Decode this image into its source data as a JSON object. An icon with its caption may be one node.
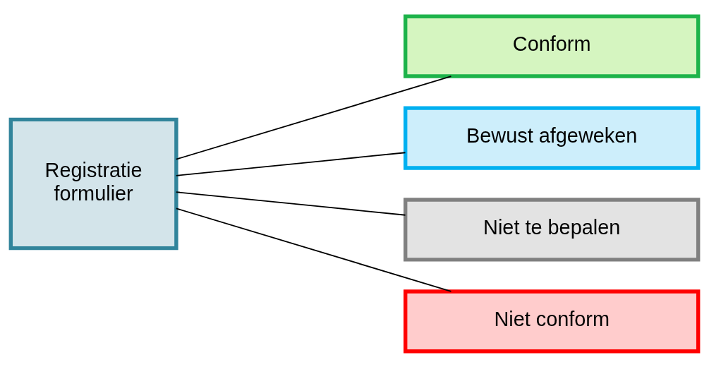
{
  "diagram": {
    "nodes": [
      {
        "text": [
          "Registratie formulier"
        ]
      },
      {
        "text": [
          "Conform"
        ]
      },
      {
        "text": [
          "Bewust afgeweken"
        ]
      },
      {
        "text": [
          "Niet te bepalen"
        ]
      },
      {
        "text": [
          "Niet conform"
        ]
      }
    ],
    "edges": [
      {
        "from": 0,
        "to": 1,
        "arrow": "none"
      },
      {
        "from": 0,
        "to": 2,
        "arrow": "none"
      },
      {
        "from": 0,
        "to": 3,
        "arrow": "none"
      },
      {
        "from": 0,
        "to": 4,
        "arrow": "none"
      }
    ]
  }
}
